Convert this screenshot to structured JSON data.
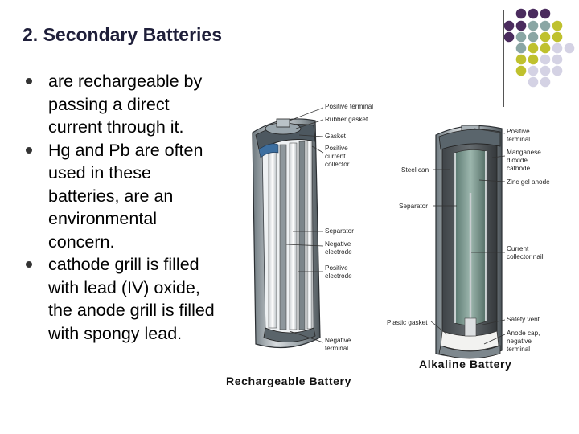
{
  "slide": {
    "title": "2. Secondary Batteries",
    "bullets": [
      {
        "lines": [
          "are rechargeable by",
          "passing a direct",
          "current through it."
        ]
      },
      {
        "lines": [
          "Hg and Pb are often",
          "used in these",
          "batteries, are an",
          "environmental",
          "concern."
        ]
      },
      {
        "lines": [
          "cathode grill is filled",
          "with lead (IV) oxide,",
          "the anode grill is filled",
          "with spongy lead."
        ]
      }
    ]
  },
  "figure": {
    "rechargeable": {
      "caption": "Rechargeable Battery",
      "labels": {
        "positive_terminal": "Positive terminal",
        "rubber_gasket": "Rubber gasket",
        "gasket": "Gasket",
        "positive_current_collector": [
          "Positive",
          "current",
          "collector"
        ],
        "separator": "Separator",
        "negative_electrode": [
          "Negative",
          "electrode"
        ],
        "positive_electrode": [
          "Positive",
          "electrode"
        ],
        "negative_terminal": [
          "Negative",
          "terminal"
        ]
      }
    },
    "alkaline": {
      "caption": "Alkaline Battery",
      "labels": {
        "positive_terminal": [
          "Positive",
          "terminal"
        ],
        "manganese_dioxide_cathode": [
          "Manganese",
          "dioxide",
          "cathode"
        ],
        "zinc_gel_anode": "Zinc gel anode",
        "steel_can": "Steel can",
        "separator": "Separator",
        "current_collector_nail": [
          "Current",
          "collector nail"
        ],
        "plastic_gasket": "Plastic gasket",
        "safety_vent": "Safety vent",
        "anode_cap": [
          "Anode cap,",
          "negative",
          "terminal"
        ]
      }
    }
  },
  "colors": {
    "purple": "#4b2c5e",
    "teal": "#8aa6a4",
    "olive": "#bfc12e",
    "lavender": "#d4d2e4"
  }
}
